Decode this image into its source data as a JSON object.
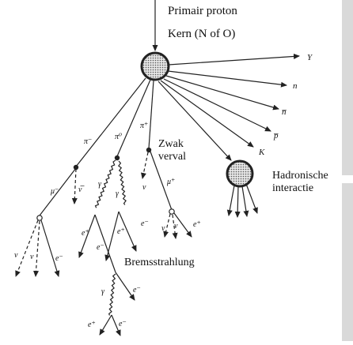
{
  "labels": {
    "primary": "Primair   proton",
    "nucleus": "Kern  (N of O)",
    "weak1": "Zwak",
    "weak2": "verval",
    "hadronic1": "Hadronische",
    "hadronic2": "interactie",
    "brems": "Bremsstrahlung"
  },
  "particles": {
    "Y": "Y",
    "n": "n",
    "nbar": "n̅",
    "pbar": "p̅",
    "K": "K",
    "pi_minus": "π⁻",
    "pi_zero": "π⁰",
    "pi_plus": "π⁺",
    "mu_minus": "μ⁻",
    "nu_bar": "ν̅",
    "gamma": "γ",
    "nu": "ν",
    "mu_plus": "μ⁺",
    "e_plus": "e⁺",
    "e_minus": "e⁻"
  },
  "colors": {
    "ink": "#222222",
    "nucleus_fill": "#bdbdbd",
    "scrollbar": "#d9d9d9"
  }
}
